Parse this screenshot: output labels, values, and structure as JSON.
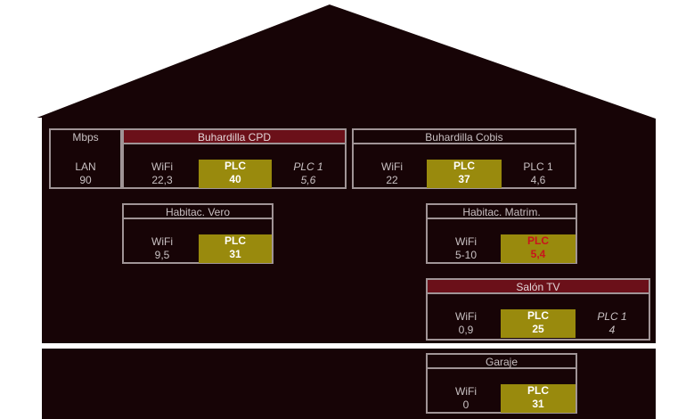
{
  "header": {
    "unit": "Mbps"
  },
  "colors": {
    "wall": "#170406",
    "border": "#a09496",
    "plc_fill": "#998a0d",
    "title_highlight": "#6b1019",
    "warning": "#c8141c"
  },
  "lan": {
    "label": "LAN",
    "value": "90"
  },
  "rooms": {
    "buhardilla_cpd": {
      "title": "Buhardilla CPD",
      "wifi_label": "WiFi",
      "wifi": "22,3",
      "plc_label": "PLC",
      "plc": "40",
      "plc1_label": "PLC 1",
      "plc1": "5,6"
    },
    "buhardilla_cobis": {
      "title": "Buhardilla Cobis",
      "wifi_label": "WiFi",
      "wifi": "22",
      "plc_label": "PLC",
      "plc": "37",
      "plc1_label": "PLC 1",
      "plc1": "4,6"
    },
    "habitac_vero": {
      "title": "Habitac. Vero",
      "wifi_label": "WiFi",
      "wifi": "9,5",
      "plc_label": "PLC",
      "plc": "31"
    },
    "habitac_matrim": {
      "title": "Habitac. Matrim.",
      "wifi_label": "WiFi",
      "wifi": "5-10",
      "plc_label": "PLC",
      "plc": "5,4"
    },
    "salon_tv": {
      "title": "Salón TV",
      "wifi_label": "WiFi",
      "wifi": "0,9",
      "plc_label": "PLC",
      "plc": "25",
      "plc1_label": "PLC 1",
      "plc1": "4"
    },
    "garaje": {
      "title": "Garaje",
      "wifi_label": "WiFi",
      "wifi": "0",
      "plc_label": "PLC",
      "plc": "31"
    }
  }
}
